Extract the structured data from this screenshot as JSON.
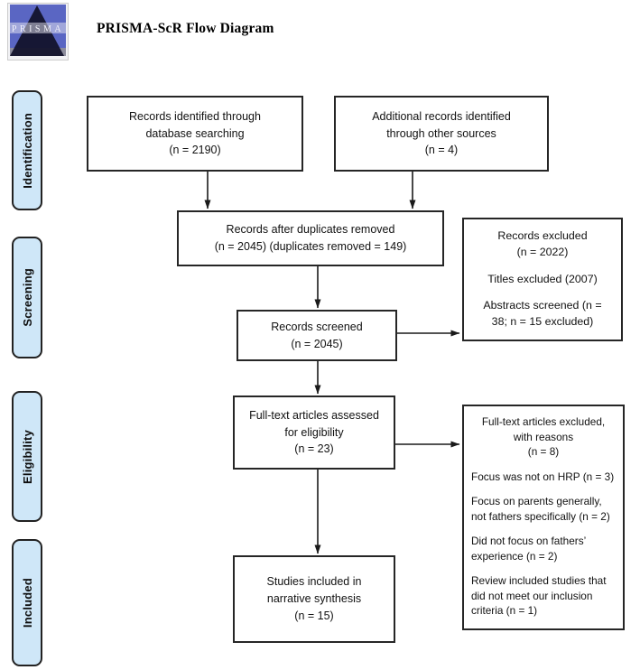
{
  "header": {
    "title": "PRISMA-ScR Flow Diagram",
    "logo_text": "PRISMA"
  },
  "sidebar": {
    "stages": [
      {
        "label": "Identification"
      },
      {
        "label": "Screening"
      },
      {
        "label": "Eligibility"
      },
      {
        "label": "Included"
      }
    ]
  },
  "flow": {
    "records_identified": {
      "lines": [
        "Records identified through",
        "database searching",
        "(n = 2190)"
      ]
    },
    "additional_records": {
      "lines": [
        "Additional records identified",
        "through other sources",
        "(n = 4)"
      ]
    },
    "duplicates_removed": {
      "lines": [
        "Records after duplicates removed",
        "(n = 2045) (duplicates removed = 149)"
      ]
    },
    "records_excluded": {
      "paragraphs": [
        {
          "lines": [
            "Records excluded",
            "(n = 2022)"
          ]
        },
        {
          "lines": [
            "Titles excluded (2007)"
          ]
        },
        {
          "lines": [
            "Abstracts screened (n =",
            "38; n = 15 excluded)"
          ]
        }
      ]
    },
    "records_screened": {
      "lines": [
        "Records screened",
        "(n = 2045)"
      ]
    },
    "fulltext_assessed": {
      "lines": [
        "Full-text articles assessed",
        "for eligibility",
        "(n = 23)"
      ]
    },
    "fulltext_excluded": {
      "title_lines": [
        "Full-text articles excluded,",
        "with reasons",
        "(n = 8)"
      ],
      "reasons": [
        "Focus was not on HRP (n = 3)",
        "Focus on parents generally, not fathers specifically (n = 2)",
        "Did not focus on fathers’ experience (n = 2)",
        "Review included studies that did not meet our inclusion criteria (n = 1)"
      ]
    },
    "studies_included": {
      "lines": [
        "Studies included in",
        "narrative synthesis",
        "(n = 15)"
      ]
    }
  },
  "colors": {
    "stage_fill": "#cfe7f8",
    "box_border": "#262626",
    "arrow": "#1a1a1a",
    "logo_blue": "#5a66c3",
    "logo_triangle": "#14142e"
  }
}
